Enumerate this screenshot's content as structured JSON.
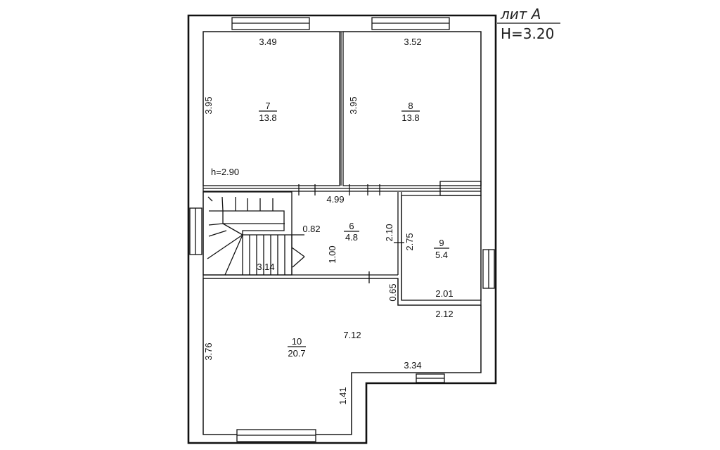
{
  "title": {
    "lit": "лит А",
    "height": "H=3.20"
  },
  "ceiling_height": "h=2.90",
  "rooms": [
    {
      "number": "7",
      "area": "13.8"
    },
    {
      "number": "8",
      "area": "13.8"
    },
    {
      "number": "6",
      "area": "4.8"
    },
    {
      "number": "9",
      "area": "5.4"
    },
    {
      "number": "10",
      "area": "20.7"
    }
  ],
  "dimensions": {
    "r7_width": "3.49",
    "r7_depth": "3.95",
    "r8_width": "3.52",
    "r8_depth": "3.95",
    "corridor_width": "4.99",
    "hall_a": "0.82",
    "hall_b": "2.10",
    "r9_depth": "2.75",
    "stair_width": "1.00",
    "stair_len": "3.14",
    "r9_width": "2.01",
    "step_depth": "0.65",
    "step_width": "2.12",
    "r10_length": "7.12",
    "r10_depth": "3.76",
    "r10_right": "3.34",
    "r10_notch": "1.41"
  }
}
